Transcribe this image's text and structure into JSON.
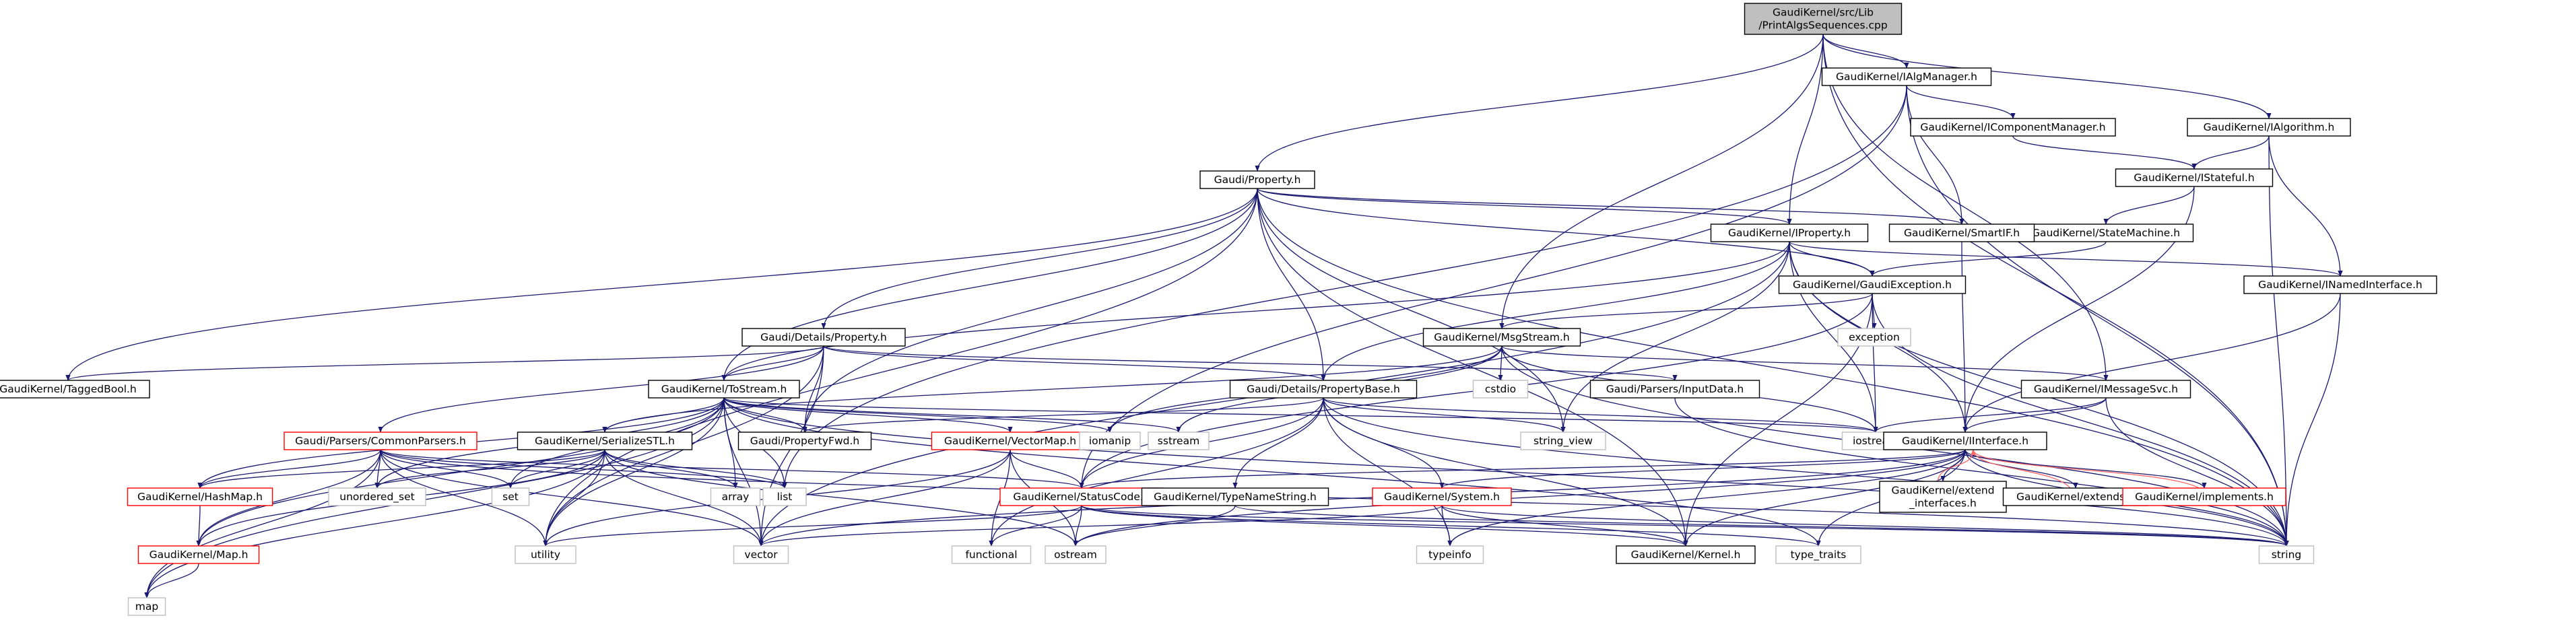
{
  "colors": {
    "edge": "#191970",
    "edge_red": "#ff6666",
    "box": "#000000",
    "box_red": "#ff0000",
    "box_external": "#bfbfbf",
    "root_fill": "#bfbfbf"
  },
  "nodes": [
    {
      "id": "root",
      "label": [
        "GaudiKernel/src/Lib",
        "/PrintAlgsSequences.cpp"
      ],
      "kind": "root"
    },
    {
      "id": "ialgmgr",
      "label": [
        "GaudiKernel/IAlgManager.h"
      ],
      "kind": "normal"
    },
    {
      "id": "icompmgr",
      "label": [
        "GaudiKernel/IComponentManager.h"
      ],
      "kind": "normal"
    },
    {
      "id": "ialgorithm",
      "label": [
        "GaudiKernel/IAlgorithm.h"
      ],
      "kind": "normal"
    },
    {
      "id": "istateful",
      "label": [
        "GaudiKernel/IStateful.h"
      ],
      "kind": "normal"
    },
    {
      "id": "statemachine",
      "label": [
        "GaudiKernel/StateMachine.h"
      ],
      "kind": "normal"
    },
    {
      "id": "property",
      "label": [
        "Gaudi/Property.h"
      ],
      "kind": "normal"
    },
    {
      "id": "smartif",
      "label": [
        "GaudiKernel/SmartIF.h"
      ],
      "kind": "normal"
    },
    {
      "id": "iproperty",
      "label": [
        "GaudiKernel/IProperty.h"
      ],
      "kind": "normal"
    },
    {
      "id": "gaudiexc",
      "label": [
        "GaudiKernel/GaudiException.h"
      ],
      "kind": "normal"
    },
    {
      "id": "inamed",
      "label": [
        "GaudiKernel/INamedInterface.h"
      ],
      "kind": "normal"
    },
    {
      "id": "exception",
      "label": [
        "exception"
      ],
      "kind": "external"
    },
    {
      "id": "msgstream",
      "label": [
        "GaudiKernel/MsgStream.h"
      ],
      "kind": "normal"
    },
    {
      "id": "cstdio",
      "label": [
        "cstdio"
      ],
      "kind": "external"
    },
    {
      "id": "detprop",
      "label": [
        "Gaudi/Details/Property.h"
      ],
      "kind": "normal"
    },
    {
      "id": "taggedbool",
      "label": [
        "GaudiKernel/TaggedBool.h"
      ],
      "kind": "normal"
    },
    {
      "id": "tostream",
      "label": [
        "GaudiKernel/ToStream.h"
      ],
      "kind": "normal"
    },
    {
      "id": "propbase",
      "label": [
        "Gaudi/Details/PropertyBase.h"
      ],
      "kind": "normal"
    },
    {
      "id": "inputdata",
      "label": [
        "Gaudi/Parsers/InputData.h"
      ],
      "kind": "normal"
    },
    {
      "id": "imsgsvc",
      "label": [
        "GaudiKernel/IMessageSvc.h"
      ],
      "kind": "normal"
    },
    {
      "id": "parsers",
      "label": [
        "Gaudi/Parsers/CommonParsers.h"
      ],
      "kind": "red"
    },
    {
      "id": "serialize",
      "label": [
        "GaudiKernel/SerializeSTL.h"
      ],
      "kind": "normal"
    },
    {
      "id": "propfwd",
      "label": [
        "Gaudi/PropertyFwd.h"
      ],
      "kind": "normal"
    },
    {
      "id": "vectormap",
      "label": [
        "GaudiKernel/VectorMap.h"
      ],
      "kind": "red"
    },
    {
      "id": "iomanip",
      "label": [
        "iomanip"
      ],
      "kind": "external"
    },
    {
      "id": "sstream",
      "label": [
        "sstream"
      ],
      "kind": "external"
    },
    {
      "id": "string_view",
      "label": [
        "string_view"
      ],
      "kind": "external"
    },
    {
      "id": "iostream",
      "label": [
        "iostream"
      ],
      "kind": "external"
    },
    {
      "id": "iinterface",
      "label": [
        "GaudiKernel/IInterface.h"
      ],
      "kind": "normal"
    },
    {
      "id": "hashmap",
      "label": [
        "GaudiKernel/HashMap.h"
      ],
      "kind": "red"
    },
    {
      "id": "unordered_set",
      "label": [
        "unordered_set"
      ],
      "kind": "external"
    },
    {
      "id": "set",
      "label": [
        "set"
      ],
      "kind": "external"
    },
    {
      "id": "array",
      "label": [
        "array"
      ],
      "kind": "external"
    },
    {
      "id": "list",
      "label": [
        "list"
      ],
      "kind": "external"
    },
    {
      "id": "statuscode",
      "label": [
        "GaudiKernel/StatusCode.h"
      ],
      "kind": "red"
    },
    {
      "id": "typenamestr",
      "label": [
        "GaudiKernel/TypeNameString.h"
      ],
      "kind": "normal"
    },
    {
      "id": "system",
      "label": [
        "GaudiKernel/System.h"
      ],
      "kind": "red"
    },
    {
      "id": "extendif",
      "label": [
        "GaudiKernel/extend",
        "_interfaces.h"
      ],
      "kind": "normal"
    },
    {
      "id": "extends",
      "label": [
        "GaudiKernel/extends.h"
      ],
      "kind": "normal"
    },
    {
      "id": "implements",
      "label": [
        "GaudiKernel/implements.h"
      ],
      "kind": "red"
    },
    {
      "id": "map_h",
      "label": [
        "GaudiKernel/Map.h"
      ],
      "kind": "red"
    },
    {
      "id": "utility",
      "label": [
        "utility"
      ],
      "kind": "external"
    },
    {
      "id": "vector",
      "label": [
        "vector"
      ],
      "kind": "external"
    },
    {
      "id": "functional",
      "label": [
        "functional"
      ],
      "kind": "external"
    },
    {
      "id": "ostream",
      "label": [
        "ostream"
      ],
      "kind": "external"
    },
    {
      "id": "typeinfo",
      "label": [
        "typeinfo"
      ],
      "kind": "external"
    },
    {
      "id": "kernel",
      "label": [
        "GaudiKernel/Kernel.h"
      ],
      "kind": "normal"
    },
    {
      "id": "type_traits",
      "label": [
        "type_traits"
      ],
      "kind": "external"
    },
    {
      "id": "string",
      "label": [
        "string"
      ],
      "kind": "external"
    },
    {
      "id": "map",
      "label": [
        "map"
      ],
      "kind": "external"
    }
  ],
  "edges": [
    [
      "root",
      "ialgmgr"
    ],
    [
      "root",
      "ialgorithm"
    ],
    [
      "root",
      "property"
    ],
    [
      "root",
      "iproperty"
    ],
    [
      "root",
      "msgstream"
    ],
    [
      "root",
      "imsgsvc"
    ],
    [
      "root",
      "string"
    ],
    [
      "ialgmgr",
      "icompmgr"
    ],
    [
      "ialgmgr",
      "smartif"
    ],
    [
      "ialgmgr",
      "list"
    ],
    [
      "ialgmgr",
      "string"
    ],
    [
      "ialgmgr",
      "statuscode"
    ],
    [
      "icompmgr",
      "istateful"
    ],
    [
      "ialgorithm",
      "istateful"
    ],
    [
      "ialgorithm",
      "inamed"
    ],
    [
      "ialgorithm",
      "string"
    ],
    [
      "istateful",
      "statemachine"
    ],
    [
      "istateful",
      "iinterface"
    ],
    [
      "statemachine",
      "gaudiexc"
    ],
    [
      "property",
      "smartif"
    ],
    [
      "property",
      "iproperty"
    ],
    [
      "property",
      "detprop"
    ],
    [
      "property",
      "tostream"
    ],
    [
      "property",
      "propbase"
    ],
    [
      "property",
      "taggedbool"
    ],
    [
      "property",
      "propfwd"
    ],
    [
      "property",
      "gaudiexc"
    ],
    [
      "property",
      "string"
    ],
    [
      "property",
      "utility"
    ],
    [
      "property",
      "kernel"
    ],
    [
      "property",
      "string_view"
    ],
    [
      "smartif",
      "iinterface"
    ],
    [
      "iproperty",
      "gaudiexc"
    ],
    [
      "iproperty",
      "inamed"
    ],
    [
      "iproperty",
      "iinterface"
    ],
    [
      "iproperty",
      "propbase"
    ],
    [
      "iproperty",
      "tostream"
    ],
    [
      "iproperty",
      "string"
    ],
    [
      "iproperty",
      "vector"
    ],
    [
      "iproperty",
      "string_view"
    ],
    [
      "iproperty",
      "iostream"
    ],
    [
      "gaudiexc",
      "exception"
    ],
    [
      "gaudiexc",
      "msgstream"
    ],
    [
      "gaudiexc",
      "string"
    ],
    [
      "gaudiexc",
      "iostream"
    ],
    [
      "gaudiexc",
      "statuscode"
    ],
    [
      "gaudiexc",
      "kernel"
    ],
    [
      "inamed",
      "iinterface"
    ],
    [
      "inamed",
      "string"
    ],
    [
      "msgstream",
      "cstdio"
    ],
    [
      "msgstream",
      "imsgsvc"
    ],
    [
      "msgstream",
      "iomanip"
    ],
    [
      "msgstream",
      "sstream"
    ],
    [
      "msgstream",
      "string"
    ],
    [
      "msgstream",
      "serialize"
    ],
    [
      "msgstream",
      "iostream"
    ],
    [
      "detprop",
      "taggedbool"
    ],
    [
      "detprop",
      "tostream"
    ],
    [
      "detprop",
      "propbase"
    ],
    [
      "detprop",
      "parsers"
    ],
    [
      "detprop",
      "propfwd"
    ],
    [
      "detprop",
      "inputdata"
    ],
    [
      "detprop",
      "utility"
    ],
    [
      "detprop",
      "vector"
    ],
    [
      "tostream",
      "serialize"
    ],
    [
      "tostream",
      "propfwd"
    ],
    [
      "tostream",
      "vectormap"
    ],
    [
      "tostream",
      "hashmap"
    ],
    [
      "tostream",
      "iomanip"
    ],
    [
      "tostream",
      "sstream"
    ],
    [
      "tostream",
      "iostream"
    ],
    [
      "tostream",
      "set"
    ],
    [
      "tostream",
      "array"
    ],
    [
      "tostream",
      "list"
    ],
    [
      "tostream",
      "string"
    ],
    [
      "tostream",
      "map"
    ],
    [
      "tostream",
      "map_h"
    ],
    [
      "tostream",
      "vector"
    ],
    [
      "tostream",
      "utility"
    ],
    [
      "tostream",
      "unordered_set"
    ],
    [
      "tostream",
      "type_traits"
    ],
    [
      "propbase",
      "propfwd"
    ],
    [
      "propbase",
      "system"
    ],
    [
      "propbase",
      "typenamestr"
    ],
    [
      "propbase",
      "statuscode"
    ],
    [
      "propbase",
      "string_view"
    ],
    [
      "propbase",
      "iostream"
    ],
    [
      "propbase",
      "string"
    ],
    [
      "propbase",
      "typeinfo"
    ],
    [
      "propbase",
      "functional"
    ],
    [
      "propbase",
      "kernel"
    ],
    [
      "inputdata",
      "string"
    ],
    [
      "imsgsvc",
      "iinterface"
    ],
    [
      "imsgsvc",
      "string"
    ],
    [
      "imsgsvc",
      "iostream"
    ],
    [
      "parsers",
      "map_h"
    ],
    [
      "parsers",
      "hashmap"
    ],
    [
      "parsers",
      "statuscode"
    ],
    [
      "parsers",
      "list"
    ],
    [
      "parsers",
      "set"
    ],
    [
      "parsers",
      "vector"
    ],
    [
      "parsers",
      "utility"
    ],
    [
      "parsers",
      "unordered_set"
    ],
    [
      "parsers",
      "map"
    ],
    [
      "parsers",
      "string"
    ],
    [
      "serialize",
      "map_h"
    ],
    [
      "serialize",
      "hashmap"
    ],
    [
      "serialize",
      "list"
    ],
    [
      "serialize",
      "set"
    ],
    [
      "serialize",
      "array"
    ],
    [
      "serialize",
      "unordered_set"
    ],
    [
      "serialize",
      "vector"
    ],
    [
      "serialize",
      "utility"
    ],
    [
      "serialize",
      "map"
    ],
    [
      "serialize",
      "ostream"
    ],
    [
      "vectormap",
      "statuscode"
    ],
    [
      "vectormap",
      "vector"
    ],
    [
      "vectormap",
      "functional"
    ],
    [
      "vectormap",
      "ostream"
    ],
    [
      "vectormap",
      "utility"
    ],
    [
      "iinterface",
      "extendif"
    ],
    [
      "iinterface",
      "extends"
    ],
    [
      "iinterface",
      "implements"
    ],
    [
      "iinterface",
      "system"
    ],
    [
      "iinterface",
      "statuscode"
    ],
    [
      "iinterface",
      "kernel"
    ],
    [
      "iinterface",
      "typeinfo"
    ],
    [
      "iinterface",
      "type_traits"
    ],
    [
      "iinterface",
      "ostream"
    ],
    [
      "iinterface",
      "string"
    ],
    [
      "iinterface",
      "vector"
    ],
    [
      "hashmap",
      "map_h"
    ],
    [
      "map_h",
      "map"
    ],
    [
      "statuscode",
      "functional"
    ],
    [
      "statuscode",
      "ostream"
    ],
    [
      "statuscode",
      "utility"
    ],
    [
      "statuscode",
      "kernel"
    ],
    [
      "statuscode",
      "string"
    ],
    [
      "statuscode",
      "type_traits"
    ],
    [
      "typenamestr",
      "ostream"
    ],
    [
      "typenamestr",
      "string"
    ],
    [
      "system",
      "typeinfo"
    ],
    [
      "system",
      "kernel"
    ],
    [
      "system",
      "string"
    ],
    [
      "system",
      "vector"
    ],
    [
      "extendif",
      "iinterface"
    ],
    [
      "extends",
      "iinterface"
    ],
    [
      "implements",
      "iinterface"
    ]
  ]
}
